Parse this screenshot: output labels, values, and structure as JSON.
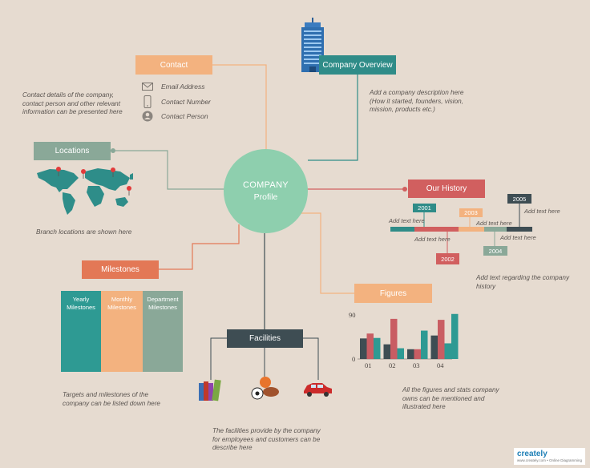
{
  "hub": {
    "line1": "COMPANY",
    "line2": "Profile"
  },
  "contact": {
    "title": "Contact",
    "items": [
      {
        "icon": "envelope-icon",
        "label": "Email Address"
      },
      {
        "icon": "phone-icon",
        "label": "Contact Number"
      },
      {
        "icon": "person-icon",
        "label": "Contact Person"
      }
    ],
    "note": [
      "Contact details of the company,",
      "contact person and other relevant",
      "information can be presented here"
    ]
  },
  "overview": {
    "title": "Company Overview",
    "note": [
      "Add a company description here",
      "(How it started, founders, vision,",
      "mission, products etc.)"
    ]
  },
  "locations": {
    "title": "Locations",
    "note": "Branch locations are shown here"
  },
  "history": {
    "title": "Our History",
    "years": [
      "2001",
      "2002",
      "2003",
      "2004",
      "2005"
    ],
    "add_text": "Add text here",
    "note": [
      "Add text regarding the company",
      "history"
    ]
  },
  "milestones": {
    "title": "Milestones",
    "columns": [
      {
        "line1": "Yearly",
        "line2": "Milestones"
      },
      {
        "line1": "Monthly",
        "line2": "Milestones"
      },
      {
        "line1": "Department",
        "line2": "Milestones"
      }
    ],
    "note": [
      "Targets and milestones of the",
      "company can be listed down here"
    ]
  },
  "facilities": {
    "title": "Facilities",
    "note": [
      "The facilities provide by the company",
      "for employees and customers can be",
      "describe here"
    ]
  },
  "figures": {
    "title": "Figures",
    "note": [
      "All the figures and stats company",
      "owns can be mentioned and",
      "illustrated here"
    ]
  },
  "chart_data": {
    "type": "bar",
    "categories": [
      "01",
      "02",
      "03",
      "04"
    ],
    "series": [
      {
        "values": [
          42,
          30,
          20,
          48
        ],
        "color": "#3e4d53"
      },
      {
        "values": [
          52,
          82,
          20,
          80
        ],
        "color": "#c95d63"
      },
      {
        "values": [
          43,
          22,
          58,
          32
        ],
        "color": "#2e9a93"
      }
    ],
    "extra_bar": {
      "value": 92,
      "color": "#2e9a93"
    },
    "yticks": [
      "90",
      "0"
    ],
    "ylim": [
      0,
      90
    ]
  },
  "logo": {
    "name": "creately",
    "tag": "www.creately.com • Online Diagramming"
  },
  "colors": {
    "orange": "#f3b27f",
    "teal": "#2f8c88",
    "sage": "#8aa898",
    "red": "#d15f5f",
    "dark": "#3e4d53",
    "hub": "#8ecfae"
  }
}
